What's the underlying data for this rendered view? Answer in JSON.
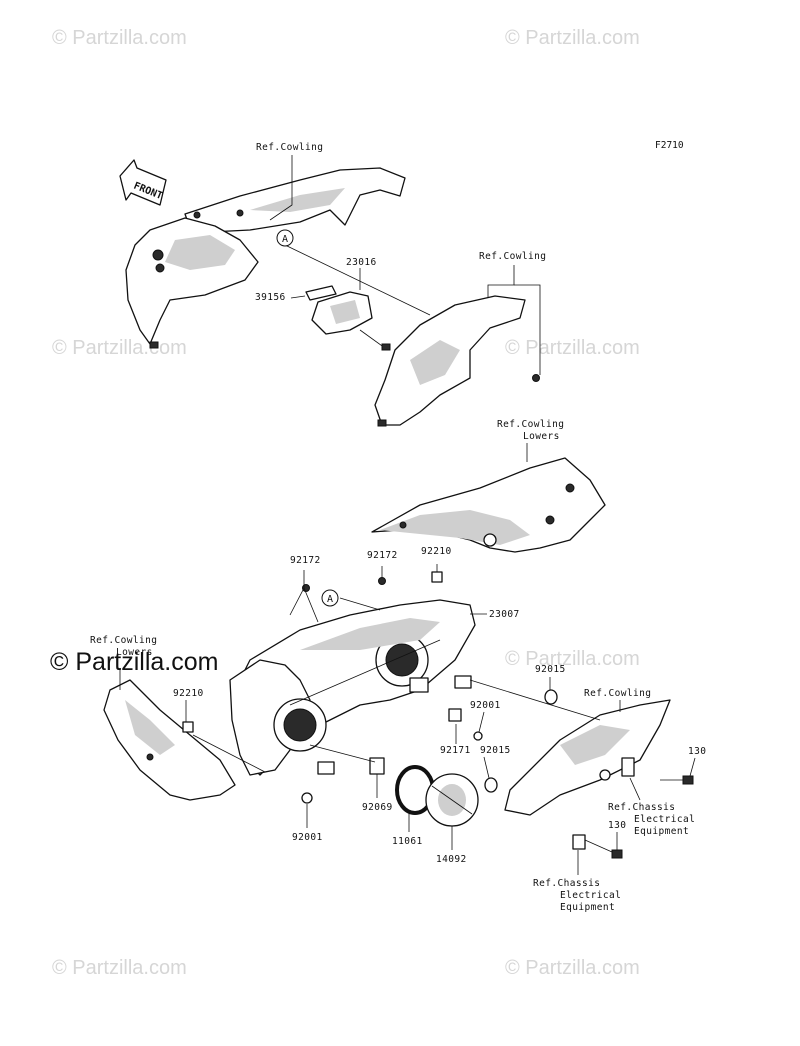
{
  "diagram": {
    "figure_code": "F2710",
    "front_arrow_text": "FRONT",
    "watermark_text": "© Partzilla.com",
    "callout_letter": "A",
    "labels": {
      "ref_cowling_top": "Ref.Cowling",
      "ref_cowling_mid": "Ref.Cowling",
      "ref_cowling_lowers_right_1": "Ref.Cowling",
      "ref_cowling_lowers_right_2": "Lowers",
      "ref_cowling_lowers_left_1": "Ref.Cowling",
      "ref_cowling_lowers_left_2": "Lowers",
      "ref_cowling_right": "Ref.Cowling",
      "ref_chassis_right_1": "Ref.Chassis",
      "ref_chassis_right_2": "Electrical",
      "ref_chassis_right_3": "Equipment",
      "ref_chassis_bottom_1": "Ref.Chassis",
      "ref_chassis_bottom_2": "Electrical",
      "ref_chassis_bottom_3": "Equipment"
    },
    "parts": {
      "p23016": "23016",
      "p39156": "39156",
      "p92172a": "92172",
      "p92172b": "92172",
      "p92210a": "92210",
      "p92210b": "92210",
      "p23007": "23007",
      "p92015a": "92015",
      "p92015b": "92015",
      "p92001a": "92001",
      "p92001b": "92001",
      "p92171": "92171",
      "p92069": "92069",
      "p11061": "11061",
      "p14092": "14092",
      "p130a": "130",
      "p130b": "130"
    }
  }
}
